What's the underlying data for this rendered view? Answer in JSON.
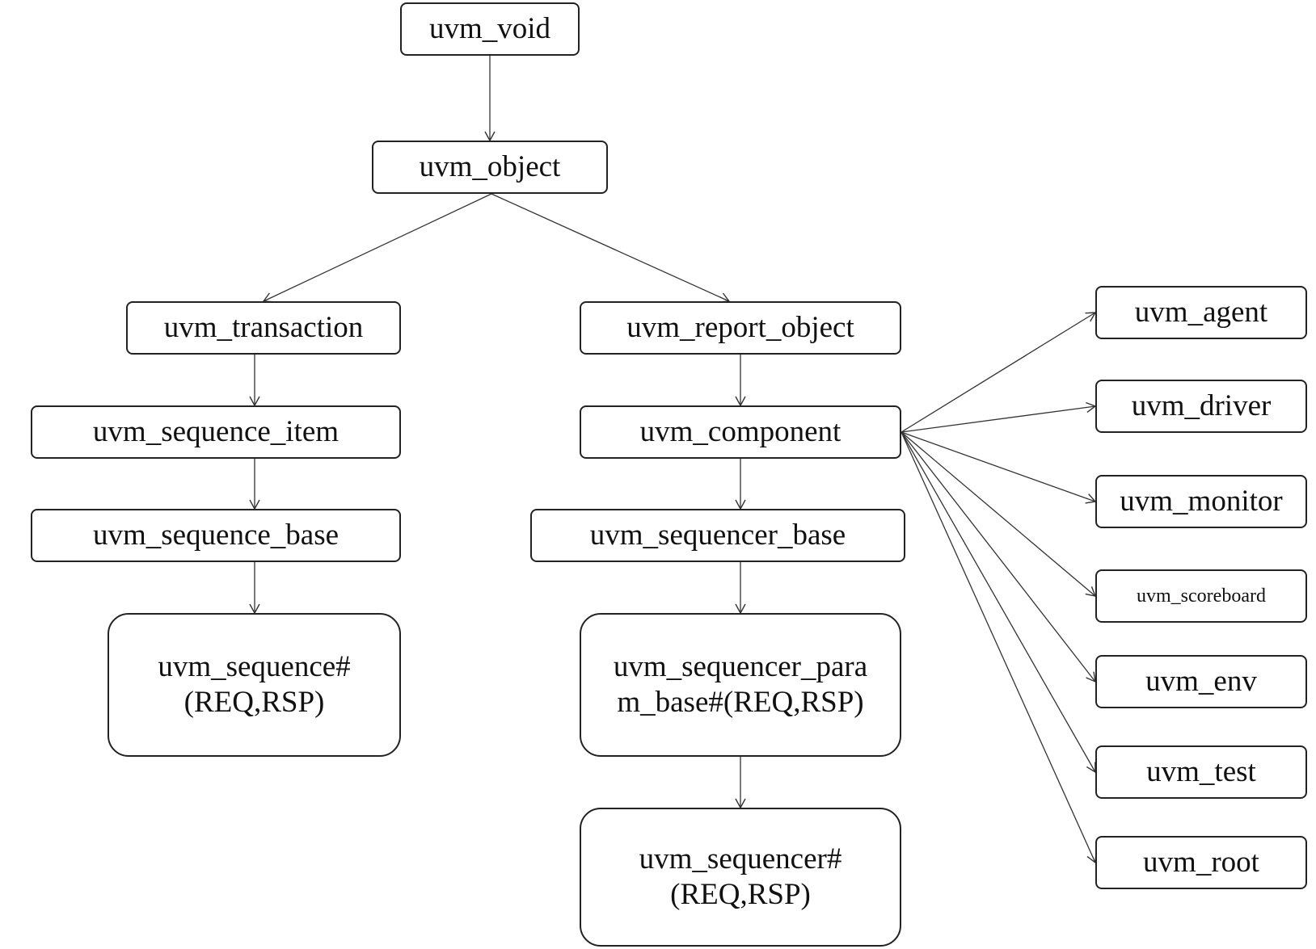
{
  "nodes": {
    "uvm_void": "uvm_void",
    "uvm_object": "uvm_object",
    "uvm_transaction": "uvm_transaction",
    "uvm_report_object": "uvm_report_object",
    "uvm_sequence_item": "uvm_sequence_item",
    "uvm_component": "uvm_component",
    "uvm_sequence_base": "uvm_sequence_base",
    "uvm_sequencer_base": "uvm_sequencer_base",
    "uvm_sequence": "uvm_sequence#\n(REQ,RSP)",
    "uvm_sequencer_param_base": "uvm_sequencer_para\nm_base#(REQ,RSP)",
    "uvm_sequencer": "uvm_sequencer#\n(REQ,RSP)",
    "uvm_agent": "uvm_agent",
    "uvm_driver": "uvm_driver",
    "uvm_monitor": "uvm_monitor",
    "uvm_scoreboard": "uvm_scoreboard",
    "uvm_env": "uvm_env",
    "uvm_test": "uvm_test",
    "uvm_root": "uvm_root"
  },
  "edges": [
    [
      "uvm_void",
      "uvm_object"
    ],
    [
      "uvm_object",
      "uvm_transaction"
    ],
    [
      "uvm_object",
      "uvm_report_object"
    ],
    [
      "uvm_transaction",
      "uvm_sequence_item"
    ],
    [
      "uvm_sequence_item",
      "uvm_sequence_base"
    ],
    [
      "uvm_sequence_base",
      "uvm_sequence"
    ],
    [
      "uvm_report_object",
      "uvm_component"
    ],
    [
      "uvm_component",
      "uvm_sequencer_base"
    ],
    [
      "uvm_sequencer_base",
      "uvm_sequencer_param_base"
    ],
    [
      "uvm_sequencer_param_base",
      "uvm_sequencer"
    ],
    [
      "uvm_component",
      "uvm_agent"
    ],
    [
      "uvm_component",
      "uvm_driver"
    ],
    [
      "uvm_component",
      "uvm_monitor"
    ],
    [
      "uvm_component",
      "uvm_scoreboard"
    ],
    [
      "uvm_component",
      "uvm_env"
    ],
    [
      "uvm_component",
      "uvm_test"
    ],
    [
      "uvm_component",
      "uvm_root"
    ]
  ]
}
